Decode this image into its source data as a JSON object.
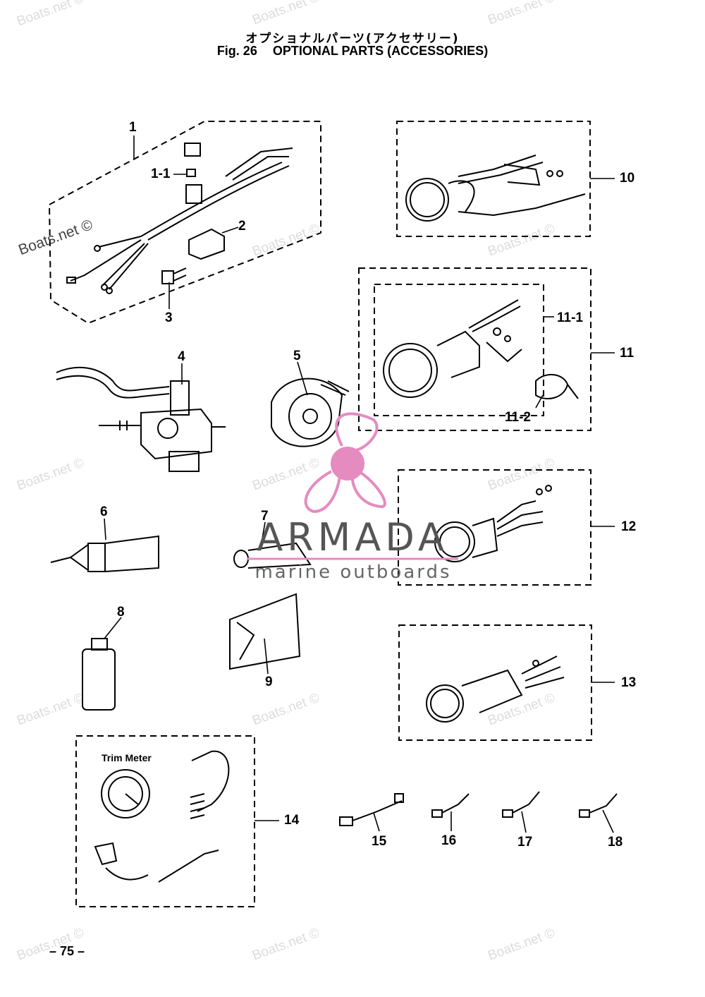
{
  "title": {
    "japanese": "オプショナルパーツ(アクセサリー)",
    "fig_label": "Fig. 26",
    "english": "OPTIONAL PARTS (ACCESSORIES)"
  },
  "part_numbers": {
    "p1": "1",
    "p1_1": "1-1",
    "p2": "2",
    "p3": "3",
    "p4": "4",
    "p5": "5",
    "p6": "6",
    "p7": "7",
    "p8": "8",
    "p9": "9",
    "p10": "10",
    "p11": "11",
    "p11_1": "11-1",
    "p11_2": "11-2",
    "p12": "12",
    "p13": "13",
    "p14": "14",
    "p15": "15",
    "p16": "16",
    "p17": "17",
    "p18": "18"
  },
  "trim_meter_label": "Trim Meter",
  "page_number": "– 75 –",
  "watermark_text": "Boats.net ©",
  "logo": {
    "name": "ARMADA",
    "tagline": "marine outboards",
    "accent_color": "#e58bc0"
  }
}
